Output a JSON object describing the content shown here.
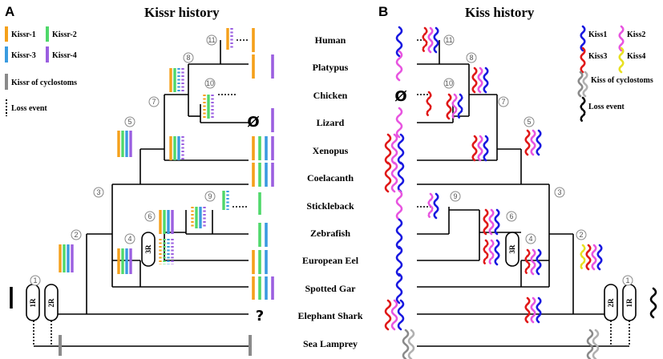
{
  "panels": {
    "a": {
      "letter": "A",
      "title": "Kissr history"
    },
    "b": {
      "letter": "B",
      "title": "Kiss history"
    }
  },
  "species": [
    "Human",
    "Platypus",
    "Chicken",
    "Lizard",
    "Xenopus",
    "Coelacanth",
    "Stickleback",
    "Zebrafish",
    "European Eel",
    "Spotted Gar",
    "Elephant Shark",
    "Sea Lamprey"
  ],
  "legend_a": {
    "kissr1": "Kissr-1",
    "kissr2": "Kissr-2",
    "kissr3": "Kissr-3",
    "kissr4": "Kissr-4",
    "cyclostoms": "Kissr of cyclostoms",
    "loss": "Loss event"
  },
  "legend_b": {
    "kiss1": "Kiss1",
    "kiss2": "Kiss2",
    "kiss3": "Kiss3",
    "kiss4": "Kiss4",
    "cyclostoms": "Kiss of cyclostoms",
    "loss": "Loss event"
  },
  "nodes": [
    "1",
    "2",
    "3",
    "4",
    "5",
    "6",
    "7",
    "8",
    "9",
    "10",
    "11"
  ],
  "duplications": {
    "r1": "1R",
    "r2": "2R",
    "r3": "3R"
  },
  "symbols": {
    "absent": "Ø",
    "unknown": "?"
  },
  "colors": {
    "kissr1": "#f5a01a",
    "kissr2": "#4fd86a",
    "kissr3": "#3a9be0",
    "kissr4": "#9b5fe0",
    "kiss1": "#1818e0",
    "kiss2": "#e855e0",
    "kiss3": "#e01818",
    "kiss4": "#e8e020",
    "cyclostom": "#8a8a8a",
    "line": "#000000"
  }
}
